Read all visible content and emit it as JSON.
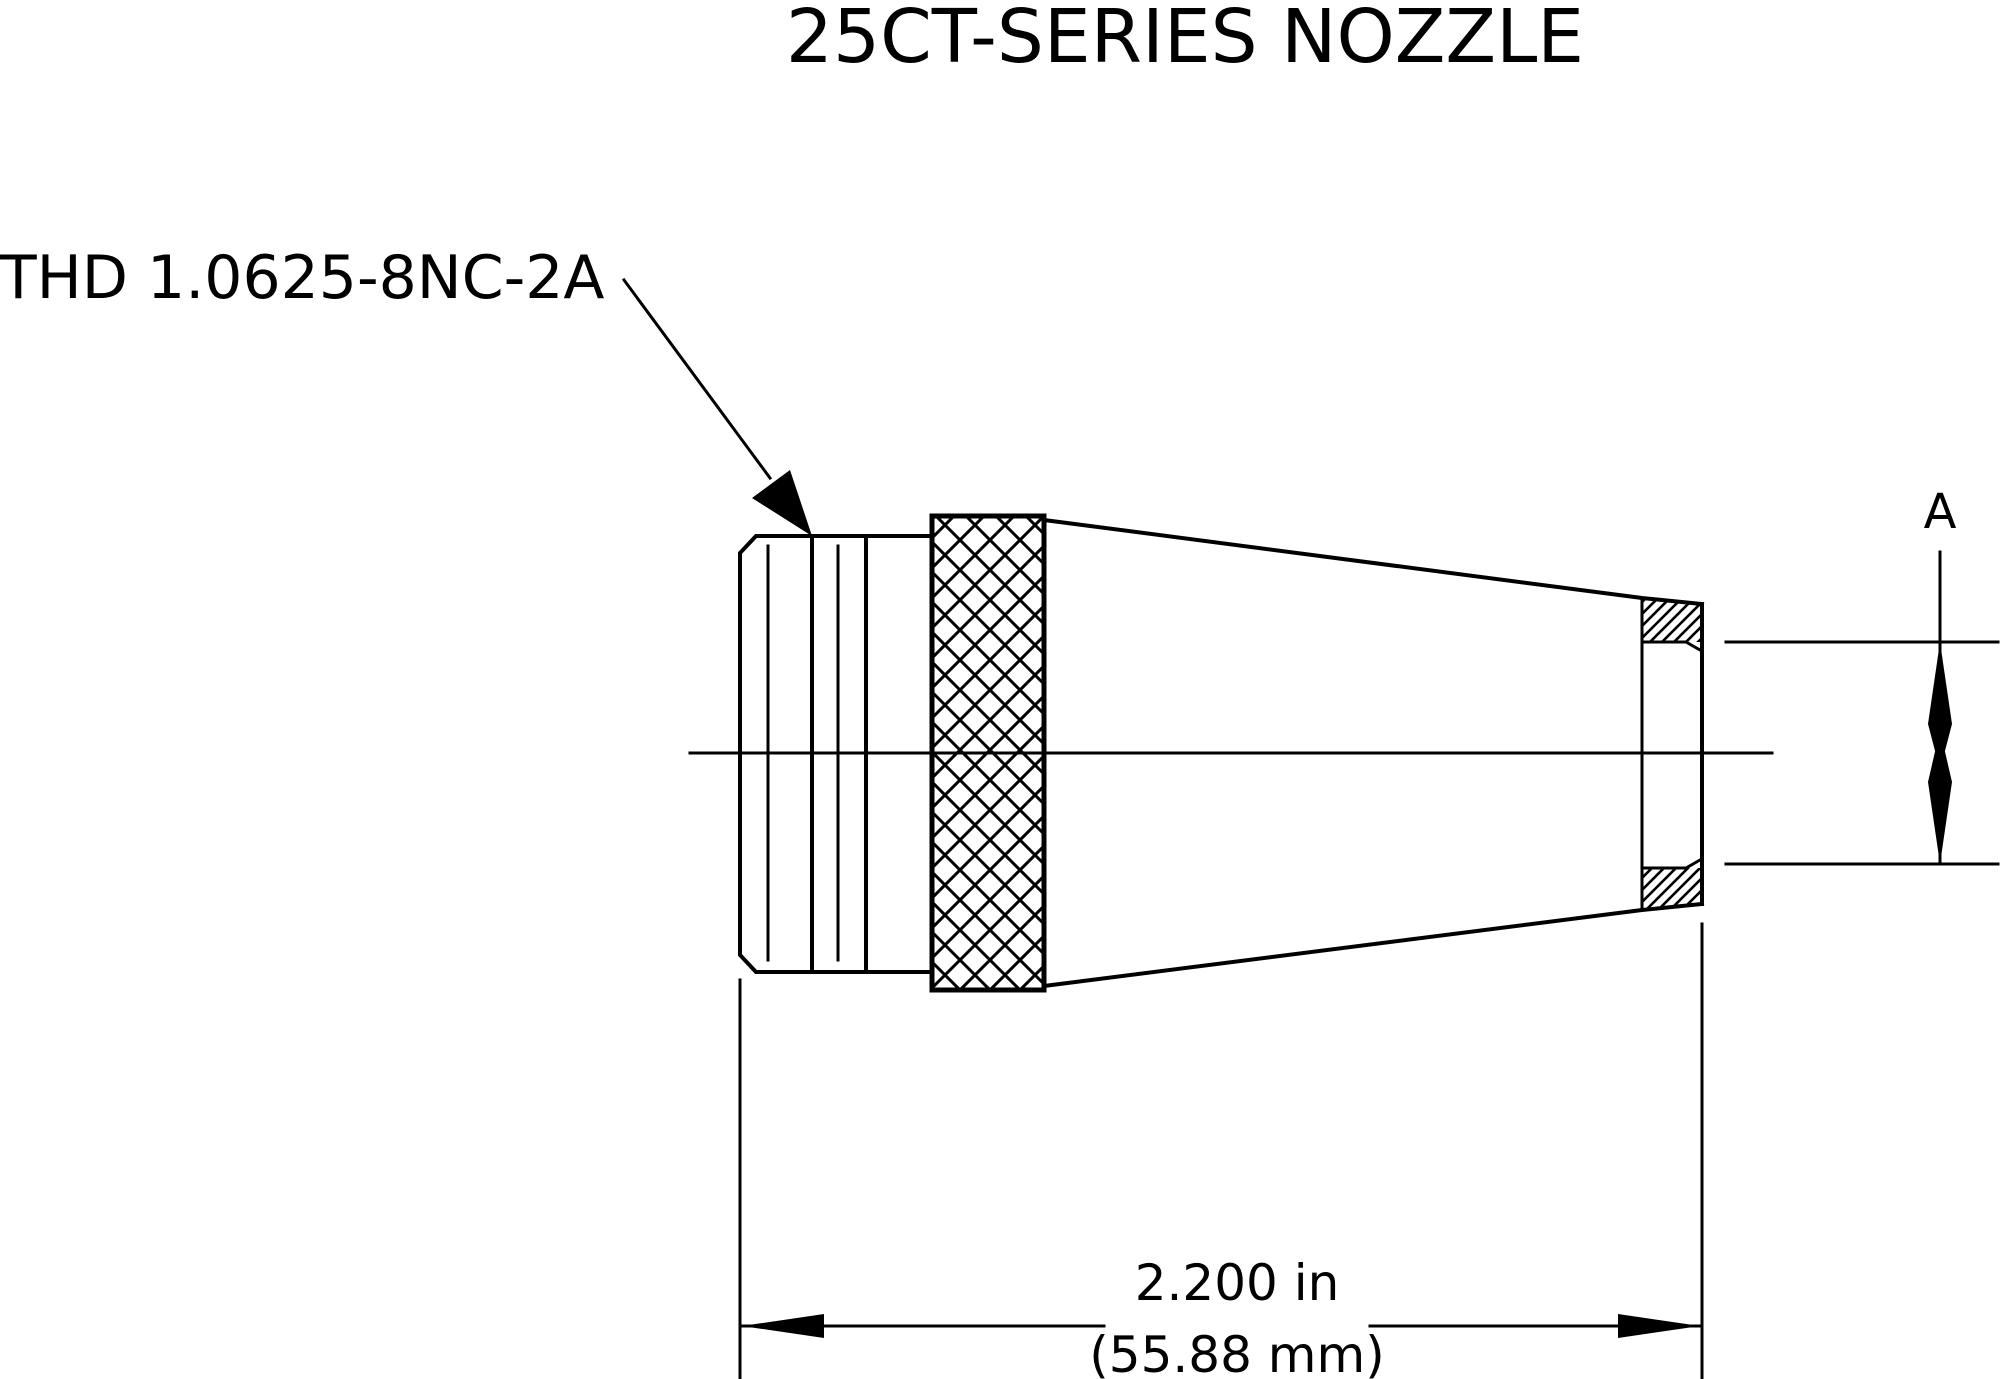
{
  "title": "25CT-SERIES NOZZLE",
  "callouts": {
    "thread_spec": "THD 1.0625-8NC-2A",
    "dimension_a": "A"
  },
  "dimensions": {
    "overall_length_in": "2.200 in",
    "overall_length_mm": "(55.88 mm)"
  },
  "colors": {
    "line": "#000000",
    "background": "#ffffff"
  }
}
